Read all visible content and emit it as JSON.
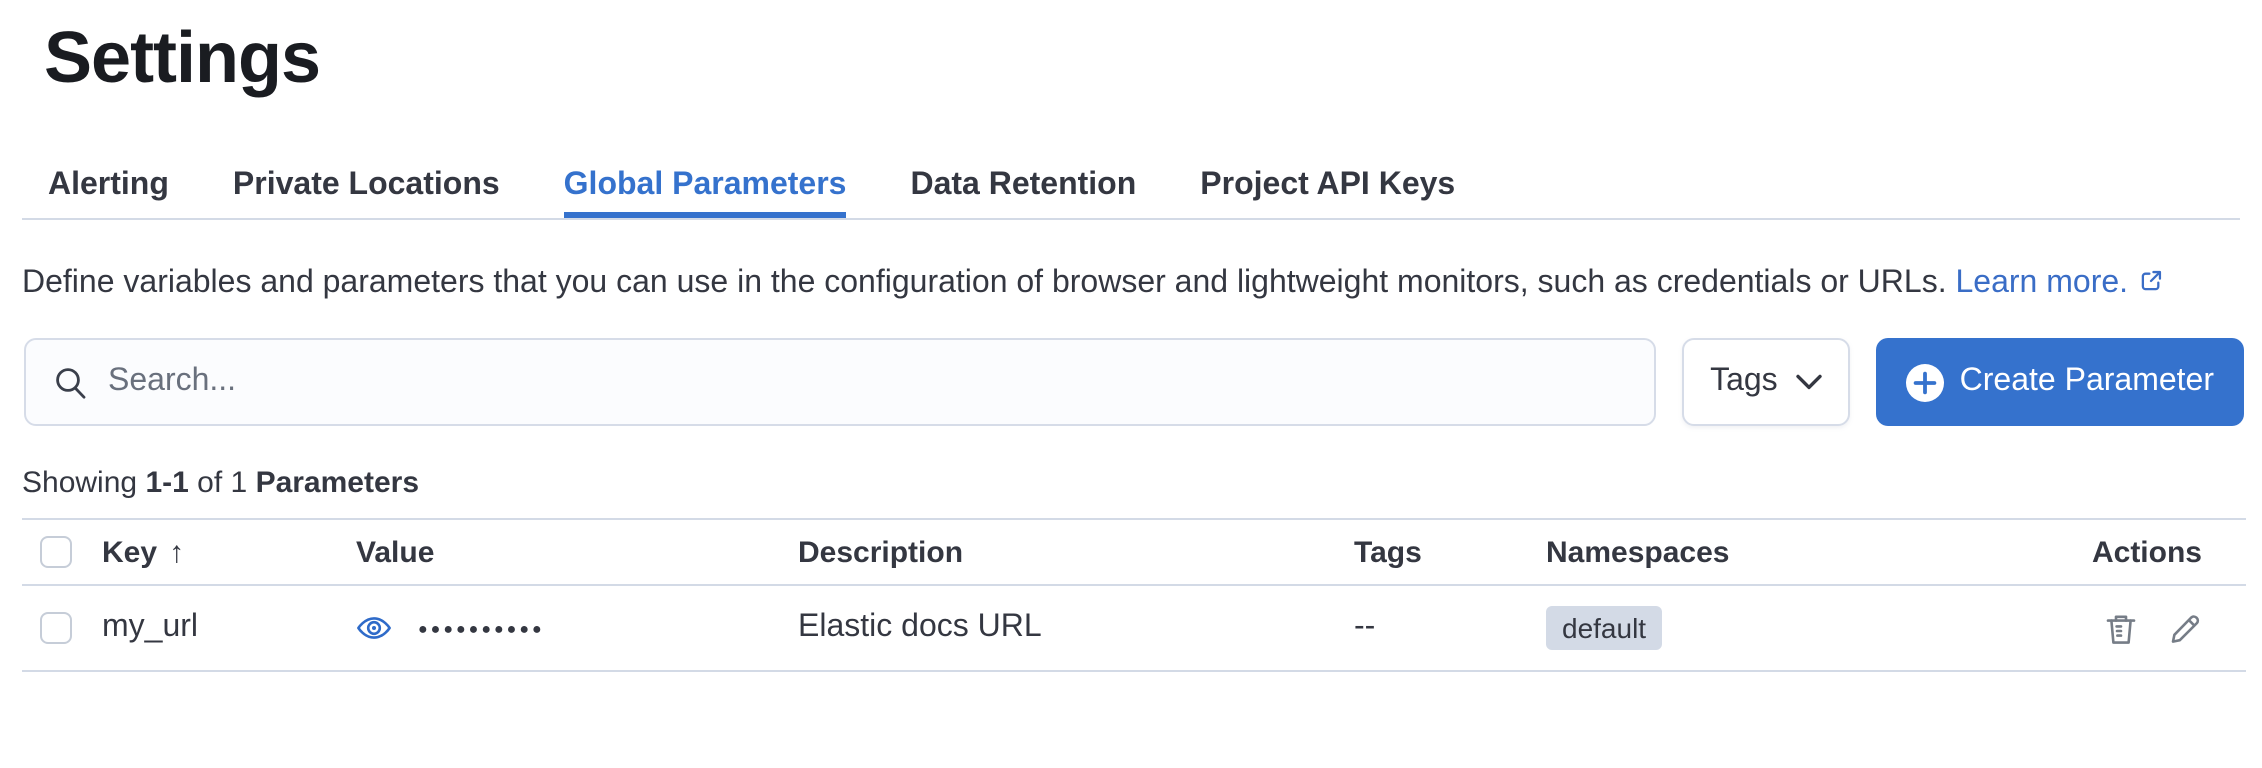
{
  "page_title": "Settings",
  "tabs": [
    {
      "label": "Alerting",
      "active": false
    },
    {
      "label": "Private Locations",
      "active": false
    },
    {
      "label": "Global Parameters",
      "active": true
    },
    {
      "label": "Data Retention",
      "active": false
    },
    {
      "label": "Project API Keys",
      "active": false
    }
  ],
  "description": {
    "text": "Define variables and parameters that you can use in the configuration of browser and lightweight monitors, such as credentials or URLs.",
    "link_label": "Learn more."
  },
  "toolbar": {
    "search_placeholder": "Search...",
    "tags_button_label": "Tags",
    "create_button_label": "Create Parameter"
  },
  "summary": {
    "prefix": "Showing",
    "range": "1-1",
    "of": "of 1",
    "entity": "Parameters"
  },
  "table": {
    "headers": {
      "key": "Key",
      "value": "Value",
      "description": "Description",
      "tags": "Tags",
      "namespaces": "Namespaces",
      "actions": "Actions"
    },
    "rows": [
      {
        "key": "my_url",
        "masked_value": "●●●●●●●●●●",
        "description": "Elastic docs URL",
        "tags": "--",
        "namespace": "default"
      }
    ]
  },
  "colors": {
    "accent_blue": "#3572cd",
    "link_blue": "#3a6dc6",
    "badge_background": "#d3dae6",
    "divider": "#d3dae6",
    "text_primary": "#343741",
    "title_text": "#1a1c21",
    "icon_gray": "#767d87"
  }
}
